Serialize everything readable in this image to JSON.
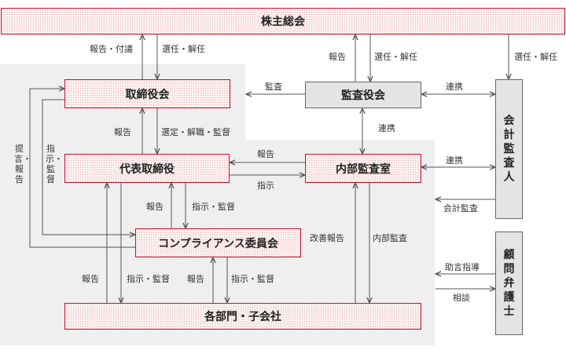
{
  "nodes": {
    "shareholders": "株主総会",
    "board": "取締役会",
    "auditors": "監査役会",
    "representative": "代表取締役",
    "internal_audit": "内部監査室",
    "compliance": "コンプライアンス委員会",
    "departments": "各部門・子会社",
    "accounting_auditor": "会計監査人",
    "legal_advisor": "顧問弁護士"
  },
  "labels": {
    "report_attach": "報告・付議",
    "appoint_dismiss_1": "選任・解任",
    "report_1": "報告",
    "appoint_dismiss_2": "選任・解任",
    "appoint_dismiss_3": "選任・解任",
    "audit": "監査",
    "cooperation_1": "連携",
    "report_2": "報告",
    "select_dismiss_supervise": "選定・解職・監督",
    "cooperation_2": "連携",
    "report_3": "報告",
    "instruct_1": "指示",
    "cooperation_3": "連携",
    "accounting_audit": "会計監査",
    "propose_report": "提言・報告",
    "instruct_supervise_v": "指示・監督",
    "report_4": "報告",
    "instruct_supervise_1": "指示・監督",
    "improvement_report": "改善報告",
    "internal_audit_lbl": "内部監査",
    "advice": "助言指導",
    "consult": "相談",
    "report_5": "報告",
    "instruct_supervise_2": "指示・監督",
    "report_6": "報告",
    "instruct_supervise_3": "指示・監督"
  }
}
